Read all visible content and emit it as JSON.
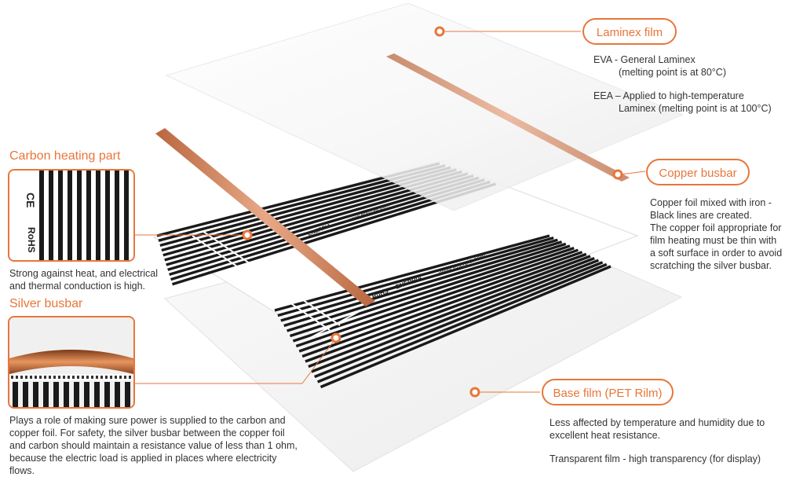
{
  "colors": {
    "accent": "#e8763a",
    "copper": "#c97b55",
    "carbon": "#1a1a1a",
    "silver": "#ffffff",
    "film": "#f7f7f7",
    "text": "#333333"
  },
  "laminex": {
    "label": "Laminex film",
    "lines": [
      "EVA - General Laminex",
      "(melting point is at 80°C)",
      "EEA – Applied to high-temperature",
      "Laminex (melting point is at 100°C)"
    ]
  },
  "copper_busbar": {
    "label": "Copper busbar",
    "lines": [
      "Copper foil mixed with iron -",
      "Black lines are created.",
      "The copper foil appropriate for",
      "film heating must be thin with",
      "a soft surface in order to avoid",
      "scratching the silver busbar."
    ]
  },
  "base_film": {
    "label": "Base film (PET Rilm)",
    "lines": [
      "Less affected by temperature and humidity due to",
      "excellent heat resistance.",
      "Transparent film - high transparency (for display)"
    ]
  },
  "carbon": {
    "title": "Carbon heating part",
    "lines": [
      "Strong against heat, and electrical",
      "and thermal conduction is high."
    ],
    "thumb_marks": [
      "CE",
      "RoHS"
    ]
  },
  "silver": {
    "title": "Silver busbar",
    "lines": [
      "Plays a role of making sure power is supplied to the carbon and",
      "copper foil.  For safety, the silver busbar between the copper foil",
      "and carbon should maintain a resistance value of less than 1 ohm,",
      "because the electric load is applied in places where electricity",
      "flows."
    ]
  },
  "film_print": {
    "brand": "ENERPIA",
    "url": "www.enerpia.com",
    "rohs": "RoHS",
    "mark": "CE"
  }
}
